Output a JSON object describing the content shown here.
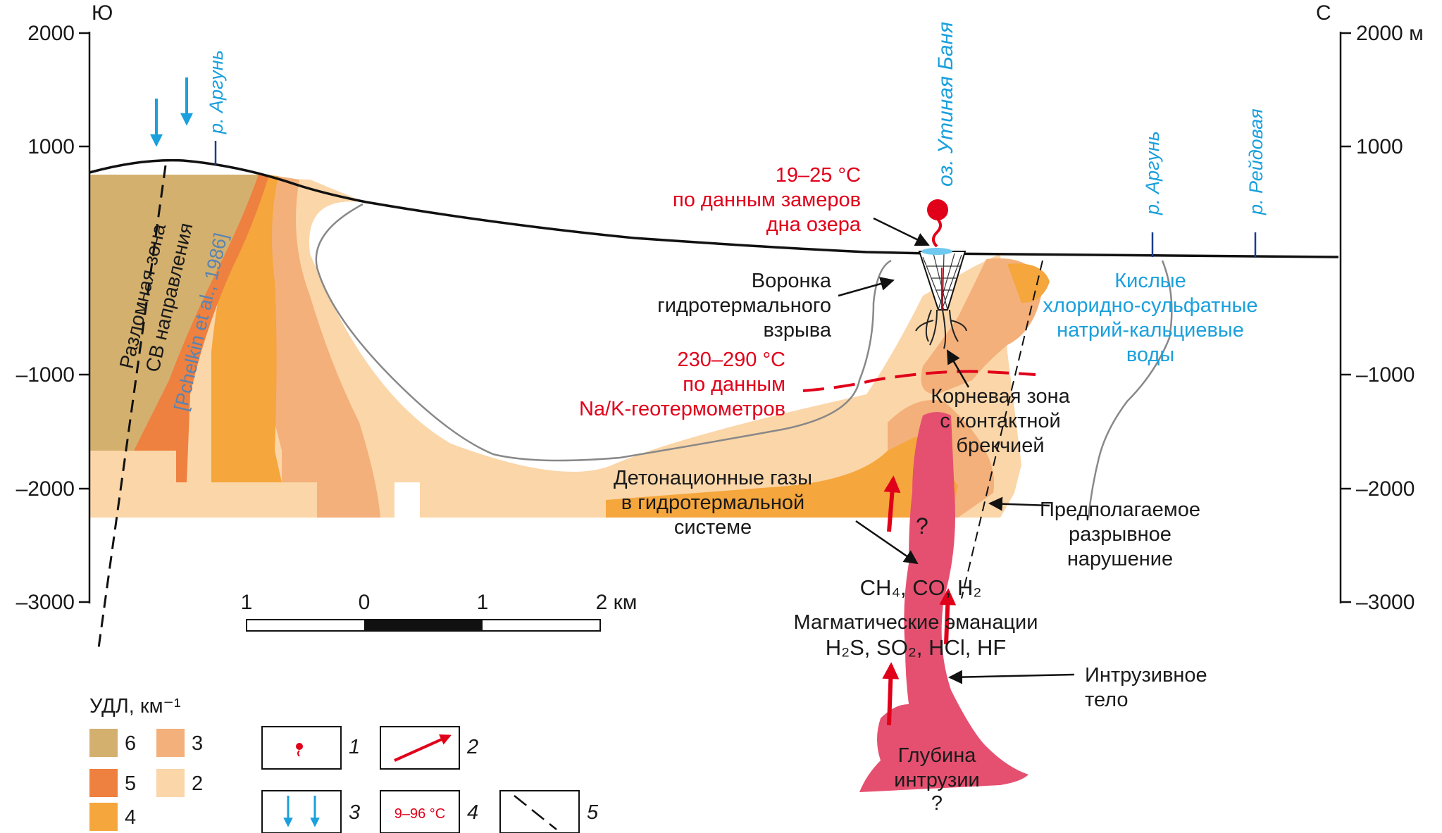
{
  "axis": {
    "left_top": "Ю",
    "right_top": "С",
    "left_ticks": [
      "2000",
      "1000",
      "–1000",
      "–2000",
      "–3000"
    ],
    "right_ticks": [
      "2000 м",
      "1000",
      "–1000",
      "–2000",
      "–3000"
    ]
  },
  "rivers": {
    "argun_left": "р. Аргунь",
    "argun_right": "р. Аргунь",
    "reydovaya": "р. Рейдовая"
  },
  "lake": "оз. Утиная Баня",
  "fault_zone": {
    "line1": "Разломная зона",
    "line2": "СВ направления",
    "ref": "[Pchelkin et al., 1986]"
  },
  "temp_lake": {
    "line1": "19–25 °C",
    "line2": "по данным замеров",
    "line3": "дна озера"
  },
  "funnel": {
    "line1": "Воронка",
    "line2": "гидротермального",
    "line3": "взрыва"
  },
  "waters": {
    "line1": "Кислые",
    "line2": "хлоридно-сульфатные",
    "line3": "натрий-кальциевые",
    "line4": "воды"
  },
  "temp_geo": {
    "line1": "230–290 °C",
    "line2": "по данным",
    "line3": "Na/K-геотермометров"
  },
  "root_zone": {
    "line1": "Корневая зона",
    "line2": "с контактной",
    "line3": "брекчией"
  },
  "det_gases": {
    "line1": "Детонационные газы",
    "line2": "в гидротермальной",
    "line3": "системе"
  },
  "fault_assumed": {
    "line1": "Предполагаемое",
    "line2": "разрывное",
    "line3": "нарушение"
  },
  "question": "?",
  "gases": "CH₄, CO, H₂",
  "magmatic": {
    "line1": "Магматические эманации",
    "line2": "H₂S, SO₂, HCl, HF"
  },
  "intrusive": {
    "line1": "Интрузивное",
    "line2": "тело"
  },
  "depth": {
    "line1": "Глубина",
    "line2": "интрузии",
    "line3": "?"
  },
  "scale": {
    "ticks": [
      "1",
      "0",
      "1",
      "2 км"
    ]
  },
  "legend": {
    "title": "УДЛ, км⁻¹",
    "swatches": [
      {
        "label": "6",
        "color": "#d4b06e"
      },
      {
        "label": "5",
        "color": "#ee8040"
      },
      {
        "label": "4",
        "color": "#f5a63c"
      },
      {
        "label": "3",
        "color": "#f4b07a"
      },
      {
        "label": "2",
        "color": "#fbd6a8"
      }
    ],
    "items": [
      "1",
      "2",
      "3",
      "4",
      "5"
    ],
    "temp_sample": "9–96 °C"
  },
  "colors": {
    "intrusion": "#e55070",
    "red_accent": "#e1001a",
    "blue_accent": "#1aa0dc"
  }
}
